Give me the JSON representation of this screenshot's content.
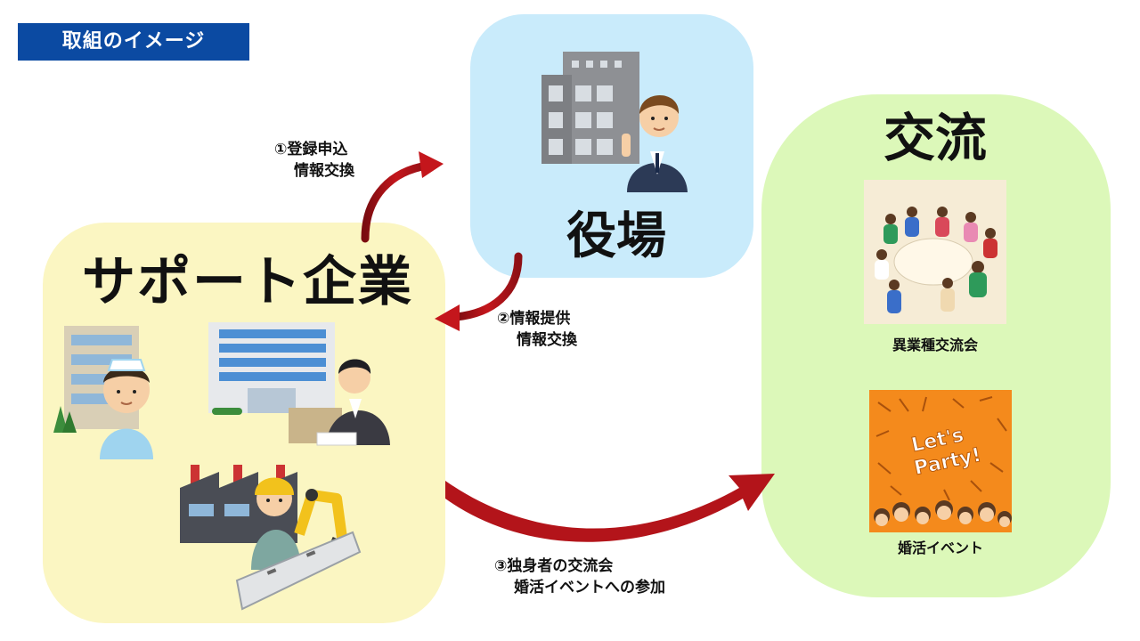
{
  "header": {
    "title": "取組のイメージ"
  },
  "nodes": {
    "support": {
      "label": "サポート企業"
    },
    "office": {
      "label": "役場"
    },
    "exchange": {
      "label": "交流",
      "items": [
        {
          "caption": "異業種交流会"
        },
        {
          "caption": "婚活イベント",
          "sign_text": "Let's Party!"
        }
      ]
    }
  },
  "arrows": [
    {
      "line1": "①登録申込",
      "line2": "情報交換"
    },
    {
      "line1": "②情報提供",
      "line2": "情報交換"
    },
    {
      "line1": "③独身者の交流会",
      "line2": "婚活イベントへの参加"
    }
  ],
  "colors": {
    "title_bg": "#0b4aa2",
    "support_bg": "#fbf6c2",
    "office_bg": "#c9ebfb",
    "exchange_bg": "#dcf8b9",
    "arrow": "#c4161c"
  }
}
